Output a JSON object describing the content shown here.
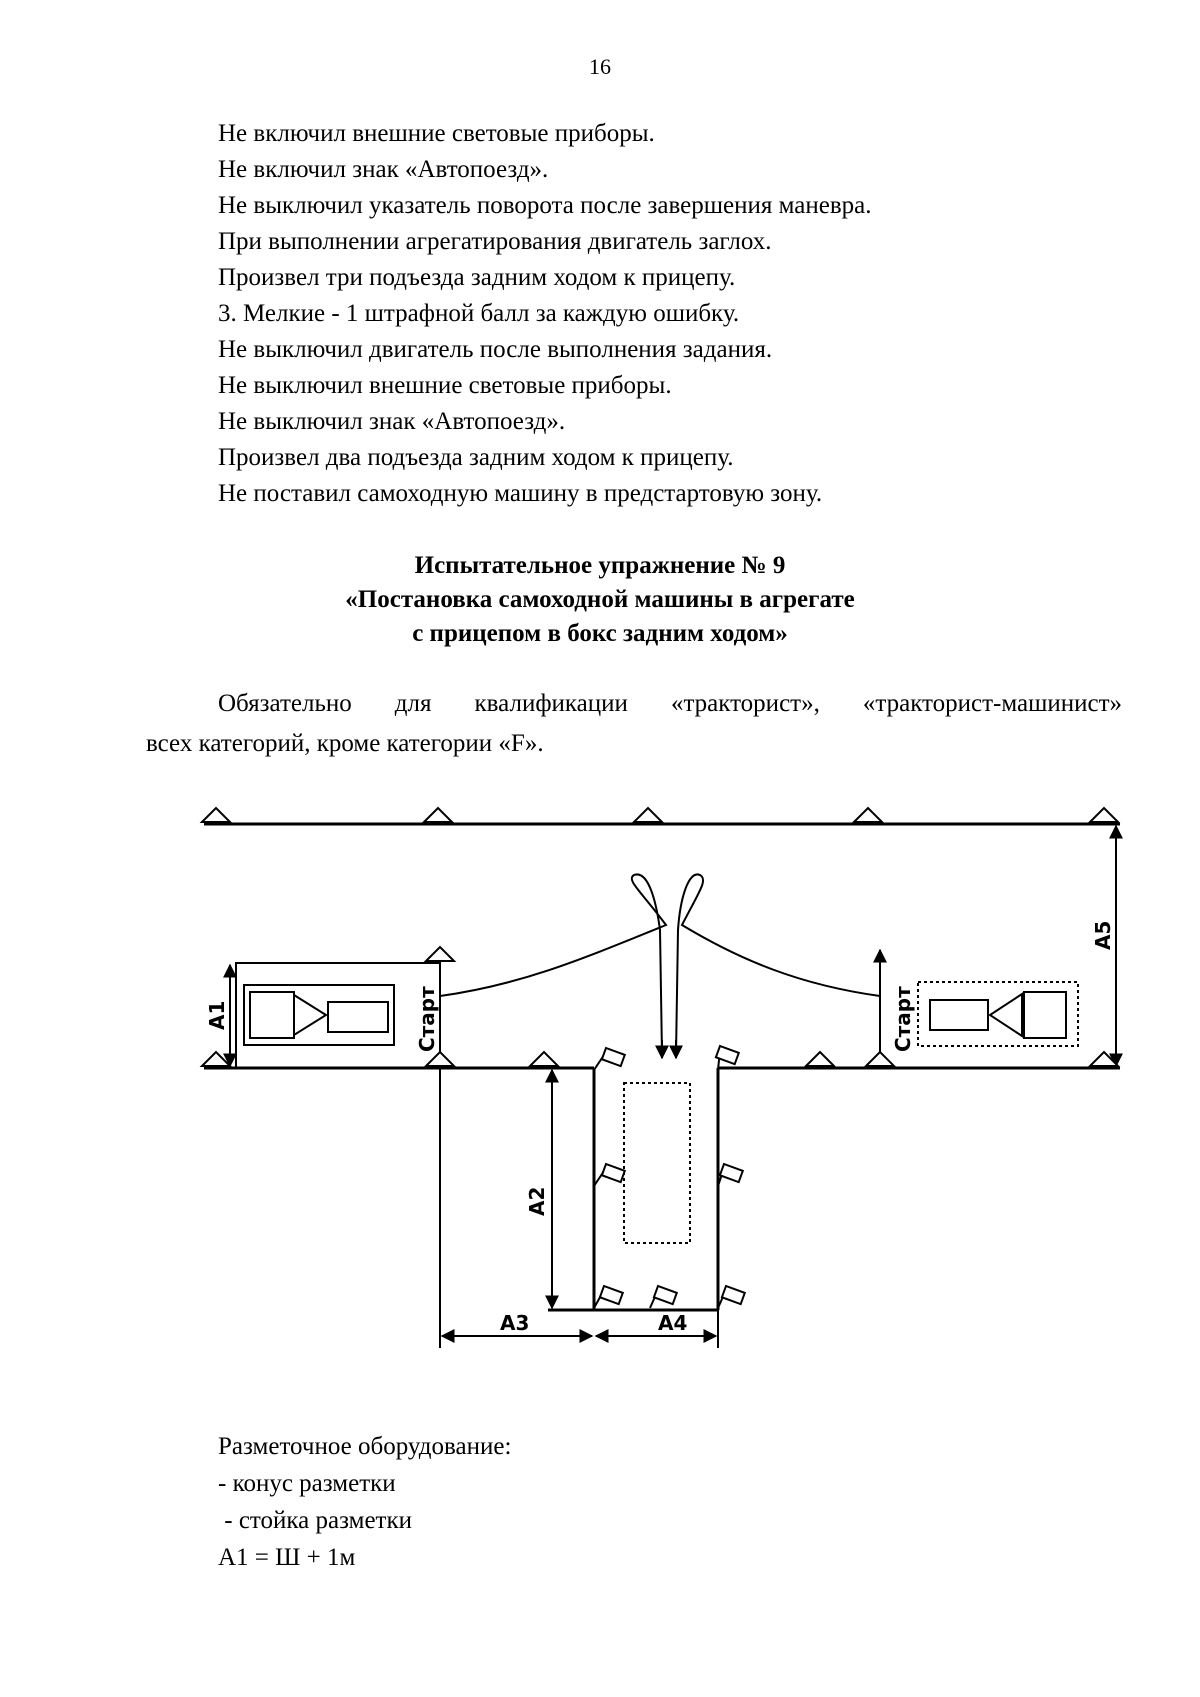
{
  "page": {
    "number": "16"
  },
  "penalties": {
    "lines": [
      "Не включил внешние световые приборы.",
      "Не включил знак «Автопоезд».",
      "Не выключил указатель поворота после завершения маневра.",
      "При выполнении агрегатирования двигатель заглох.",
      "Произвел три подъезда задним ходом к прицепу.",
      "3. Мелкие - 1 штрафной балл за каждую ошибку.",
      "Не выключил двигатель после выполнения задания.",
      "Не выключил внешние световые приборы.",
      "Не выключил знак «Автопоезд».",
      "Произвел два подъезда задним ходом к прицепу.",
      "Не поставил самоходную машину в предстартовую зону."
    ]
  },
  "exercise": {
    "title_line1": "Испытательное упражнение № 9",
    "title_line2": "«Постановка самоходной машины в агрегате",
    "title_line3": "с прицепом в бокс задним ходом»",
    "intro_line1": "Обязательно для квалификации «тракторист», «тракторист-машинист»",
    "intro_line2": "всех категорий, кроме категории «F»."
  },
  "diagram": {
    "labels": {
      "a1": "A1",
      "a2": "A2",
      "a3": "A3",
      "a4": "A4",
      "a5": "A5",
      "start_left": "Старт",
      "start_right": "Старт"
    },
    "legend_icons": [
      "cone-icon",
      "flag-post-icon"
    ]
  },
  "equipment": {
    "heading": "Разметочное оборудование:",
    "item1": "- конус разметки",
    "item2": " - стойка разметки",
    "formula": "А1 = Ш + 1м"
  }
}
